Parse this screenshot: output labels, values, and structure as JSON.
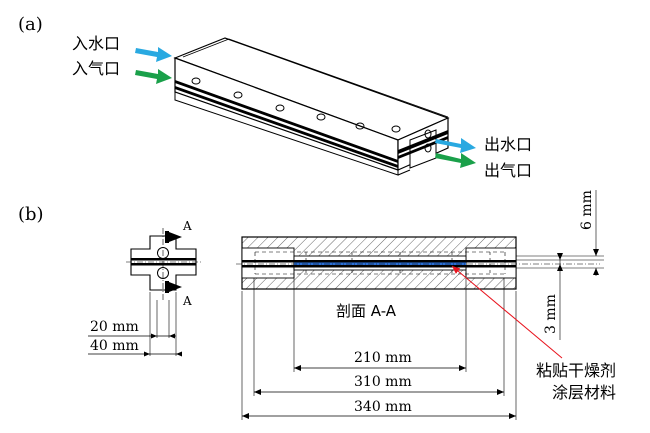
{
  "panel_a": {
    "label": "(a)",
    "water_inlet": "入水口",
    "air_inlet": "入气口",
    "water_outlet": "出水口",
    "air_outlet": "出气口",
    "water_arrow_color": "#29a9e1",
    "air_arrow_color": "#1aa04a"
  },
  "panel_b": {
    "label": "(b)",
    "section_mark": "A",
    "section_mark_bottom": "A",
    "section_title": "剖面 A-A",
    "dim_20": "20 mm",
    "dim_40": "40 mm",
    "dim_210": "210 mm",
    "dim_310": "310 mm",
    "dim_340": "340 mm",
    "dim_3": "3 mm",
    "dim_6": "6 mm",
    "callout_line1": "粘贴干燥剂",
    "callout_line2": "涂层材料",
    "callout_color": "#e8141e",
    "coating_color": "#2b6fd6"
  }
}
